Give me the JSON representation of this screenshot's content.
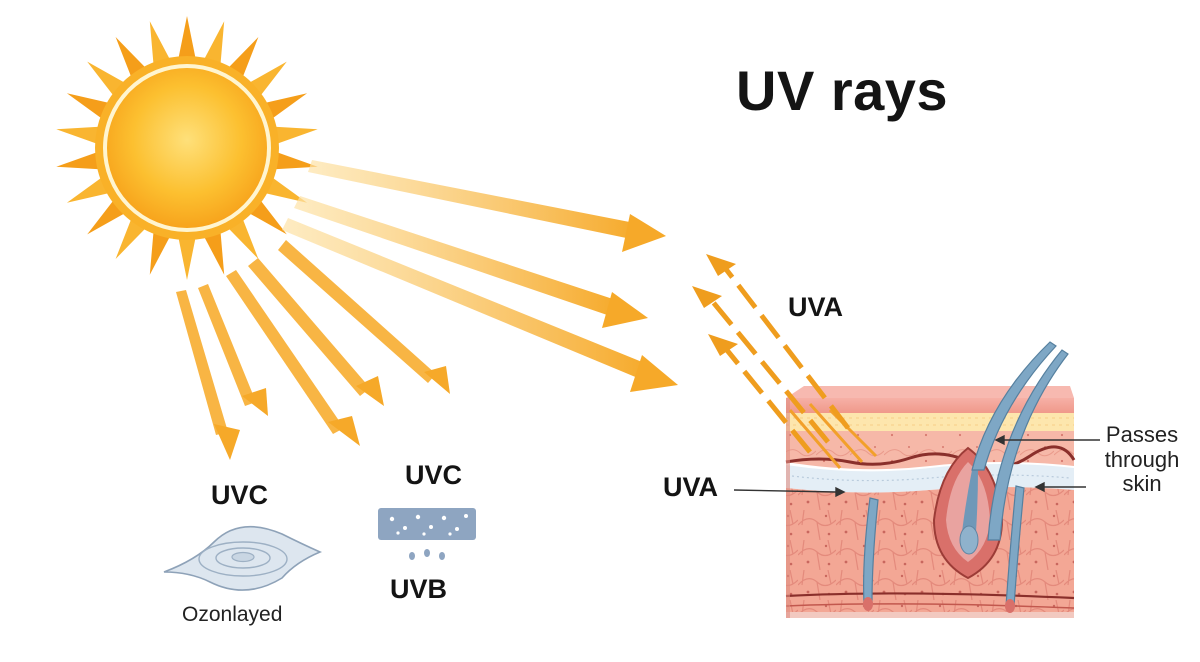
{
  "title": "UV rays",
  "labels": {
    "uvc_left": "UVC",
    "ozone_layer": "Ozonlayed",
    "uvc_middle": "UVC",
    "uvb": "UVB",
    "uva_top": "UVA",
    "uva_left": "UVA",
    "passes_through_skin": [
      "Passes",
      "through",
      "skin"
    ]
  },
  "icons": {
    "sun": "sun-icon",
    "ozone": "ozone-layer-icon",
    "filter": "filter-bar-icon",
    "skin": "skin-cross-section-icon"
  },
  "colors": {
    "sun_core": "#fbb527",
    "sun_rays": "#f7a21b",
    "ray_arrows": "#f7b03a",
    "reflected_arrows": "#ef9d1e",
    "skin_surface": "#f4a59a",
    "skin_fat_layer": "#fde8b0",
    "dermis": "#f2a08f",
    "hair": "#6f98b8",
    "filter_bar": "#8fa6c2"
  }
}
